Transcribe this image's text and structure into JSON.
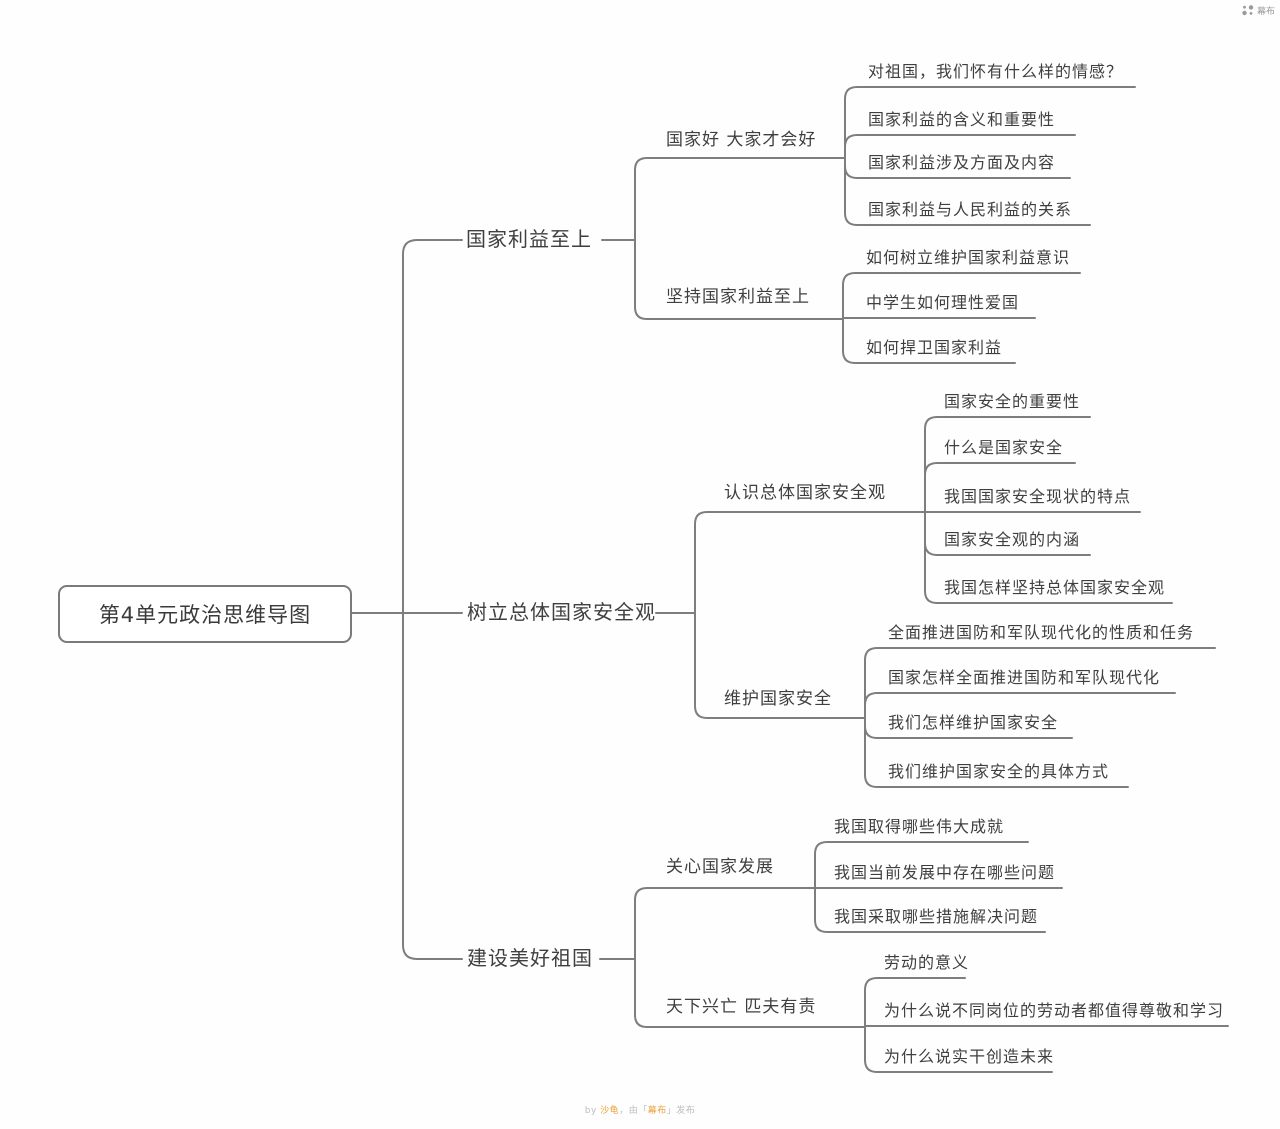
{
  "brand": {
    "name": "幕布",
    "logo_icon": "mubu-dots-icon"
  },
  "watermark": {
    "prefix": "by ",
    "author": "沙龟",
    "middle": "，由「",
    "brand": "幕布",
    "suffix": "」发布"
  },
  "colors": {
    "line": "#7e7e7e",
    "text": "#3f3f3f",
    "accent": "#e8a33d",
    "muted": "#bdbdbd"
  },
  "mindmap": {
    "root": {
      "label": "第4单元政治思维导图"
    },
    "branches": [
      {
        "label": "国家利益至上",
        "children": [
          {
            "label": "国家好 大家才会好",
            "leaves": [
              "对祖国，我们怀有什么样的情感？",
              "国家利益的含义和重要性",
              "国家利益涉及方面及内容",
              "国家利益与人民利益的关系"
            ]
          },
          {
            "label": "坚持国家利益至上",
            "leaves": [
              "如何树立维护国家利益意识",
              "中学生如何理性爱国",
              "如何捍卫国家利益"
            ]
          }
        ]
      },
      {
        "label": "树立总体国家安全观",
        "children": [
          {
            "label": "认识总体国家安全观",
            "leaves": [
              "国家安全的重要性",
              "什么是国家安全",
              "我国国家安全现状的特点",
              "国家安全观的内涵",
              "我国怎样坚持总体国家安全观"
            ]
          },
          {
            "label": "维护国家安全",
            "leaves": [
              "全面推进国防和军队现代化的性质和任务",
              "国家怎样全面推进国防和军队现代化",
              "我们怎样维护国家安全",
              "我们维护国家安全的具体方式"
            ]
          }
        ]
      },
      {
        "label": "建设美好祖国",
        "children": [
          {
            "label": "关心国家发展",
            "leaves": [
              "我国取得哪些伟大成就",
              "我国当前发展中存在哪些问题",
              "我国采取哪些措施解决问题"
            ]
          },
          {
            "label": "天下兴亡 匹夫有责",
            "leaves": [
              "劳动的意义",
              "为什么说不同岗位的劳动者都值得尊敬和学习",
              "为什么说实干创造未来"
            ]
          }
        ]
      }
    ]
  }
}
